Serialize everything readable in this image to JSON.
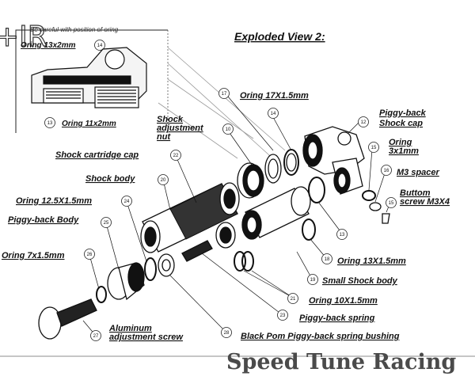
{
  "logo_text": "+IR",
  "title": "Exploded View 2:",
  "inset": {
    "caution": "Be careful  with position of oring",
    "label_top": "Oring 13x2mm",
    "label_top_number": "14",
    "label_bottom": "Oring 11x2mm",
    "label_bottom_number": "13"
  },
  "parts": [
    {
      "number": "17",
      "label": "Oring 17X1.5mm"
    },
    {
      "number": "14",
      "label": ""
    },
    {
      "number": "12",
      "label": "Piggy-back Shock cap"
    },
    {
      "number": "10",
      "label": "Shock adjustment nut"
    },
    {
      "number": "22",
      "label": "Shock cartridge cap"
    },
    {
      "number": "20",
      "label": "Shock body"
    },
    {
      "number": "24",
      "label": "Oring 12.5X1.5mm"
    },
    {
      "number": "25",
      "label": "Piggy-back Body"
    },
    {
      "number": "26",
      "label": "Oring 7x1.5mm"
    },
    {
      "number": "15",
      "label": "Oring 3x1mm"
    },
    {
      "number": "16",
      "label": "M3 spacer"
    },
    {
      "number": "15",
      "label": "Buttom screw M3X4"
    },
    {
      "number": "13",
      "label": ""
    },
    {
      "number": "18",
      "label": "Oring 13X1.5mm"
    },
    {
      "number": "19",
      "label": "Small Shock body"
    },
    {
      "number": "21",
      "label": "Oring 10X1.5mm"
    },
    {
      "number": "23",
      "label": "Piggy-back spring"
    },
    {
      "number": "28",
      "label": "Black Pom Piggy-back spring bushing"
    },
    {
      "number": "27",
      "label": "Aluminum adjustment screw"
    }
  ],
  "footer_brand": "Speed Tune Racing"
}
